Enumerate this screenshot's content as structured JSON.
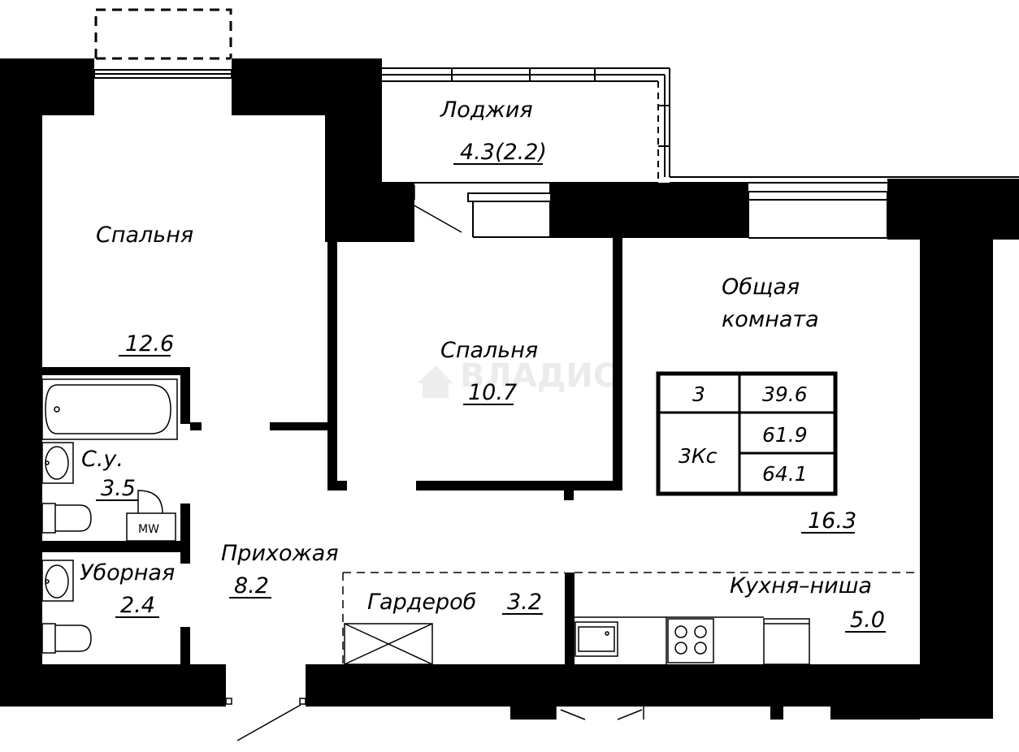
{
  "rooms": {
    "loggia": {
      "name": "Лоджия",
      "area": "4.3(2.2)"
    },
    "bedroom1": {
      "name": "Спальня",
      "area": "12.6"
    },
    "bedroom2": {
      "name": "Спальня",
      "area": "10.7"
    },
    "living": {
      "name_line1": "Общая",
      "name_line2": "комната",
      "area": "16.3"
    },
    "bathroom": {
      "name": "С.у.",
      "area": "3.5"
    },
    "toilet": {
      "name": "Уборная",
      "area": "2.4"
    },
    "hallway": {
      "name": "Прихожая",
      "area": "8.2"
    },
    "wardrobe": {
      "name": "Гардероб",
      "area": "3.2"
    },
    "kitchen": {
      "name": "Кухня–ниша",
      "area": "5.0"
    }
  },
  "summary_table": {
    "rooms_count": "3",
    "type": "3Кс",
    "living_area": "39.6",
    "total_area": "61.9",
    "total_area_with_loggia": "64.1"
  },
  "appliance_label": "MW",
  "watermark": "ВЛАДИС"
}
